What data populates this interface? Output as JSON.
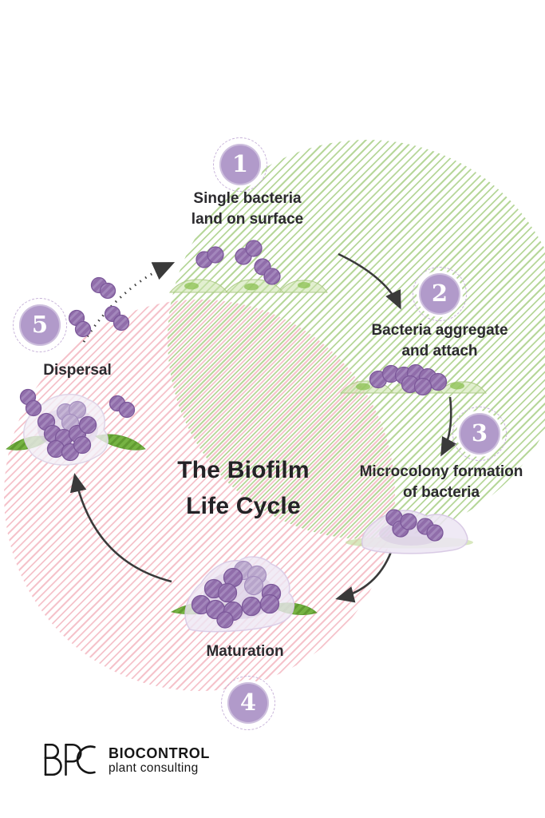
{
  "title": {
    "line1": "The Biofilm",
    "line2": "Life Cycle"
  },
  "stages": [
    {
      "number": "1",
      "line1": "Single bacteria",
      "line2": "land on surface"
    },
    {
      "number": "2",
      "line1": "Bacteria aggregate",
      "line2": "and attach"
    },
    {
      "number": "3",
      "line1": "Microcolony formation",
      "line2": "of bacteria"
    },
    {
      "number": "4",
      "line1": "Maturation",
      "line2": ""
    },
    {
      "number": "5",
      "line1": "Dispersal",
      "line2": ""
    }
  ],
  "logo": {
    "brand": "BIOCONTROL",
    "tagline": "plant consulting"
  },
  "colors": {
    "badge_fill": "#b19aca",
    "badge_ring": "#c7b2d9",
    "green_hatch": "#b7d79a",
    "pink_hatch": "#f5c3cb",
    "bacteria_purple": "#906daa",
    "surface_green": "#6fae3c",
    "text_dark": "#2b2a2e",
    "arrow": "#3a3a3a"
  }
}
